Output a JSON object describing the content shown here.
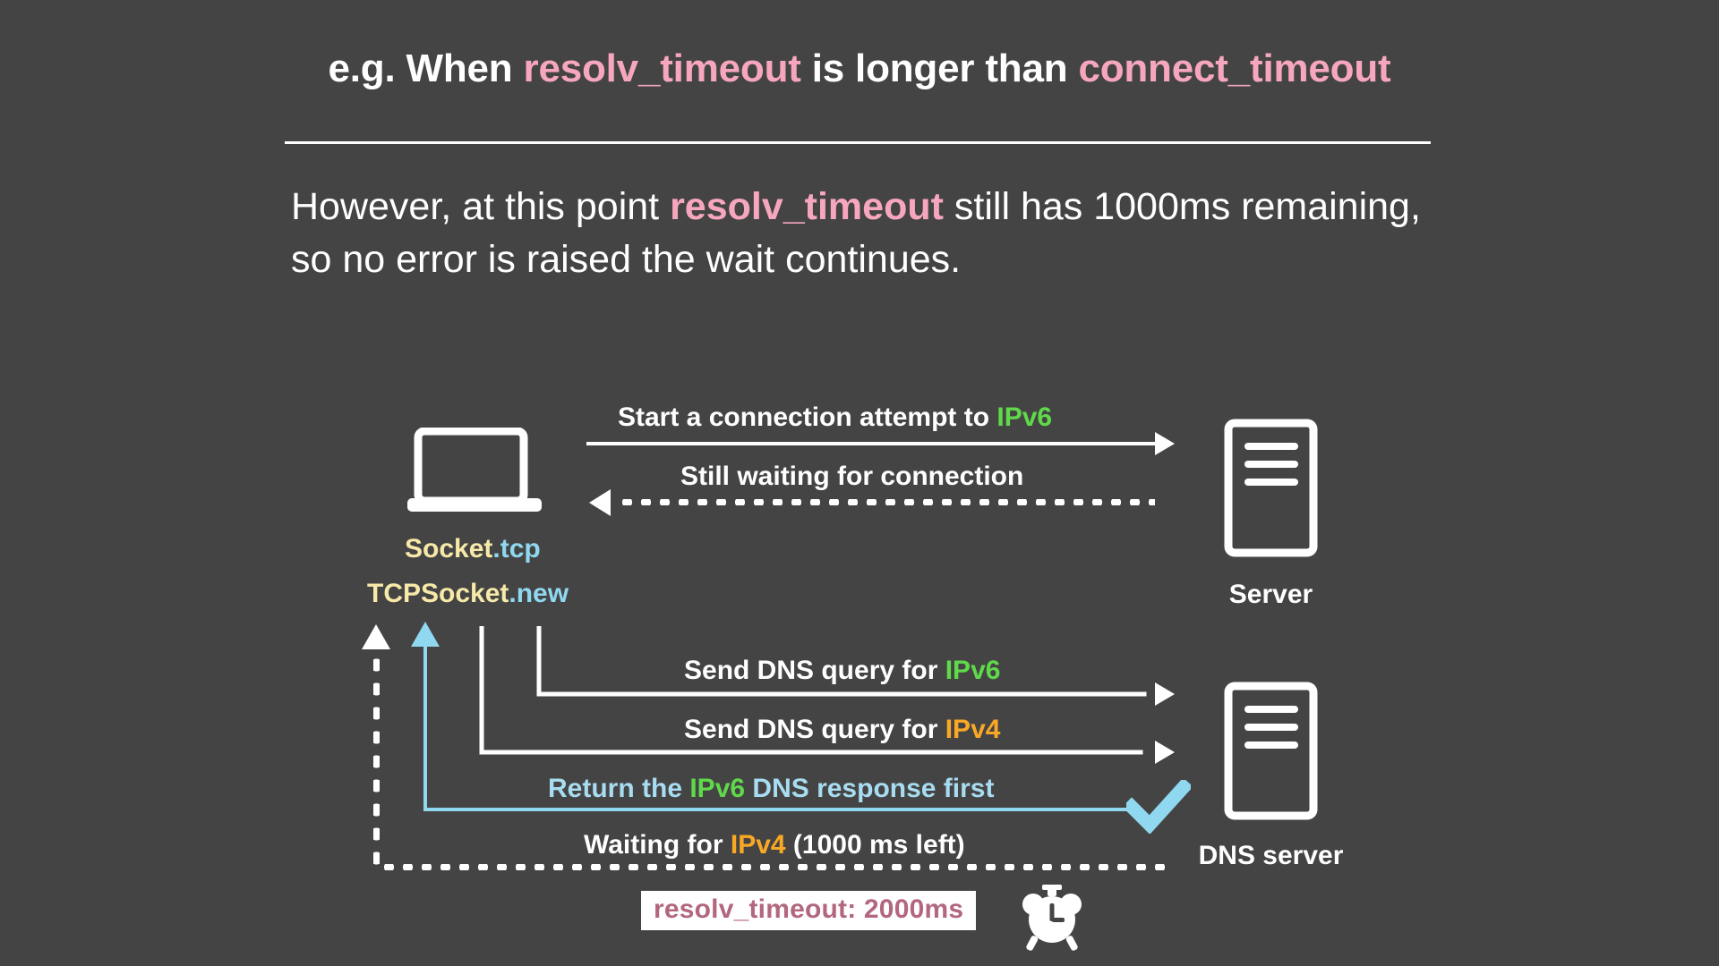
{
  "theme": {
    "background": "#444444",
    "text": "#ffffff",
    "pink": "#f7a7bd",
    "green": "#5fd94a",
    "orange": "#f9a825",
    "blue": "#8fd8ef",
    "cream": "#f7e9a8",
    "chip_bg": "#ffffff",
    "chip_text": "#b2677e"
  },
  "title": {
    "prefix": "e.g. When ",
    "token1": "resolv_timeout",
    "middle": " is longer than ",
    "token2": "connect_timeout"
  },
  "body": {
    "part1": "However, at this point ",
    "highlight": "resolv_timeout",
    "part2": " still has 1000ms remaining, so no error is raised the wait continues."
  },
  "diagram": {
    "client": {
      "icon": "laptop-icon",
      "caption_line1_a": "Socket",
      "caption_line1_b": ".tcp",
      "caption_line2_a": "TCPSocket",
      "caption_line2_b": ".new"
    },
    "server": {
      "icon": "server-icon",
      "label": "Server"
    },
    "dns_server": {
      "icon": "server-icon",
      "label": "DNS server"
    },
    "messages": [
      {
        "id": "start-connection",
        "text_before": "Start a connection attempt to ",
        "token": "IPv6",
        "token_color": "green",
        "text_after": "",
        "style": "solid",
        "direction": "right"
      },
      {
        "id": "still-waiting",
        "text_before": "Still waiting for connection",
        "token": "",
        "token_color": "",
        "text_after": "",
        "style": "dotted",
        "direction": "left"
      },
      {
        "id": "dns-query-ipv6",
        "text_before": "Send DNS query for ",
        "token": "IPv6",
        "token_color": "green",
        "text_after": "",
        "style": "solid",
        "direction": "right"
      },
      {
        "id": "dns-query-ipv4",
        "text_before": "Send DNS query for ",
        "token": "IPv4",
        "token_color": "orange",
        "text_after": "",
        "style": "solid",
        "direction": "right"
      },
      {
        "id": "dns-response-ipv6",
        "text_before": "Return the ",
        "token": "IPv6",
        "token_color": "green",
        "text_after": " DNS response first",
        "style": "solid-blue",
        "direction": "left"
      },
      {
        "id": "waiting-ipv4",
        "text_before": "Waiting for ",
        "token": "IPv4",
        "token_color": "orange",
        "text_after": " (1000 ms left)",
        "style": "dotted",
        "direction": "left"
      }
    ],
    "check": {
      "icon": "check-icon",
      "color": "#8fd8ef"
    },
    "timeout_chip": {
      "label": "resolv_timeout: 2000ms",
      "icon": "alarm-clock-icon"
    }
  }
}
